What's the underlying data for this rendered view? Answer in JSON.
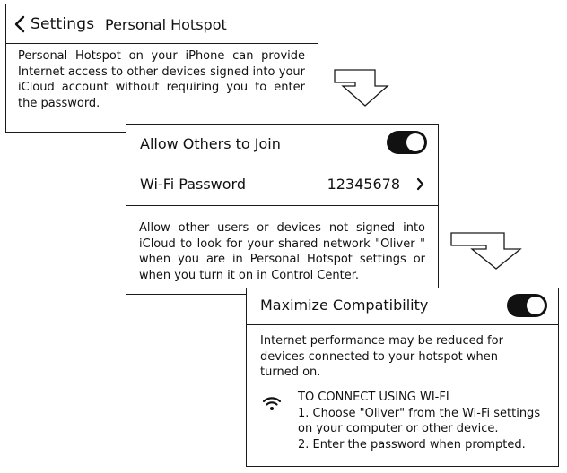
{
  "panel1": {
    "back_label": "Settings",
    "title": "Personal Hotspot",
    "description": "Personal Hotspot on your iPhone can provide Internet access to other devices signed into your iCloud account without requiring you to enter the password."
  },
  "panel2": {
    "allow_label": "Allow Others to Join",
    "allow_on": true,
    "wifi_password_label": "Wi-Fi Password",
    "wifi_password_value": "12345678",
    "description": "Allow other users or devices not signed into iCloud to look for your shared network \"Oliver \" when you are in Personal Hotspot settings or when you turn it on in Control Center."
  },
  "panel3": {
    "compat_label": "Maximize Compatibility",
    "compat_on": true,
    "description": "Internet performance may be reduced for devices connected to your hotspot when turned on.",
    "wifi_heading": "TO CONNECT USING WI-FI",
    "step1_line1": "1. Choose \"Oliver\" from the Wi-Fi settings",
    "step1_line2": "on your computer or other device.",
    "step2": "2. Enter the password when prompted."
  },
  "icons": {
    "back": "chevron-left-icon",
    "disclosure": "chevron-right-icon",
    "wifi": "wifi-icon",
    "flow_arrow": "elbow-arrow-icon"
  },
  "colors": {
    "toggle_on": "#111111",
    "border": "#1a1a1a",
    "background": "#ffffff"
  }
}
